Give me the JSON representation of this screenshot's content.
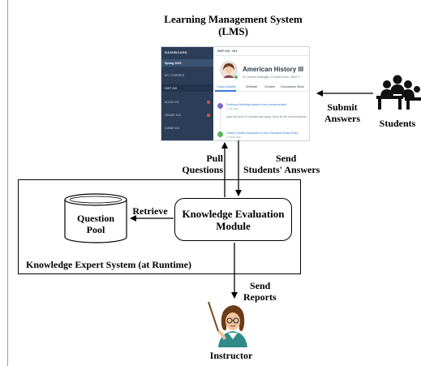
{
  "title": {
    "line1": "Learning Management System",
    "line2": "(LMS)"
  },
  "lms_screen": {
    "logo": "DASHBOARD",
    "sidebar_items": [
      "Spring 2015",
      "MY COURSES",
      "HIST 410",
      "ACCM 101",
      "GRADE 103",
      "COMM 101"
    ],
    "topbar": "HIST 410 - 001",
    "course_title": "American History III",
    "course_subtitle": "Dr. Delores Ambridge | 3 Credit Hours | MWF 2",
    "tabs": [
      "Class Activity",
      "Website",
      "Grades",
      "Discussion Boar"
    ],
    "feed": [
      {
        "text": "Professor Ambridge posted a new announcement.",
        "time": "2 min ago",
        "color": "#7e6bc4"
      },
      {
        "text": "Quiz will cover 10 minutes late today. Sorry for the inconvenience!",
        "time": "",
        "color": ""
      },
      {
        "text": "Tommy Franklin responded to your Discussion Board Entry",
        "time": "2 hours ago",
        "color": "#5cb85c"
      }
    ],
    "colors": {
      "sidebar": "#2c3e57",
      "accent": "#3a7bd5"
    }
  },
  "labels": {
    "submit_answers": [
      "Submit",
      "Answers"
    ],
    "students": "Students",
    "pull_questions": [
      "Pull",
      "Questions"
    ],
    "send_students_answers": [
      "Send",
      "Students' Answers"
    ],
    "retrieve": "Retrieve",
    "send_reports": [
      "Send",
      "Reports"
    ],
    "instructor": "Instructor"
  },
  "nodes": {
    "question_pool": [
      "Question",
      "Pool"
    ],
    "kem": [
      "Knowledge Evaluation",
      "Module"
    ],
    "kes": "Knowledge Expert System (at Runtime)"
  },
  "icons": {
    "students": "students-icon",
    "instructor": "instructor-icon",
    "database": "database-cylinder-icon"
  }
}
